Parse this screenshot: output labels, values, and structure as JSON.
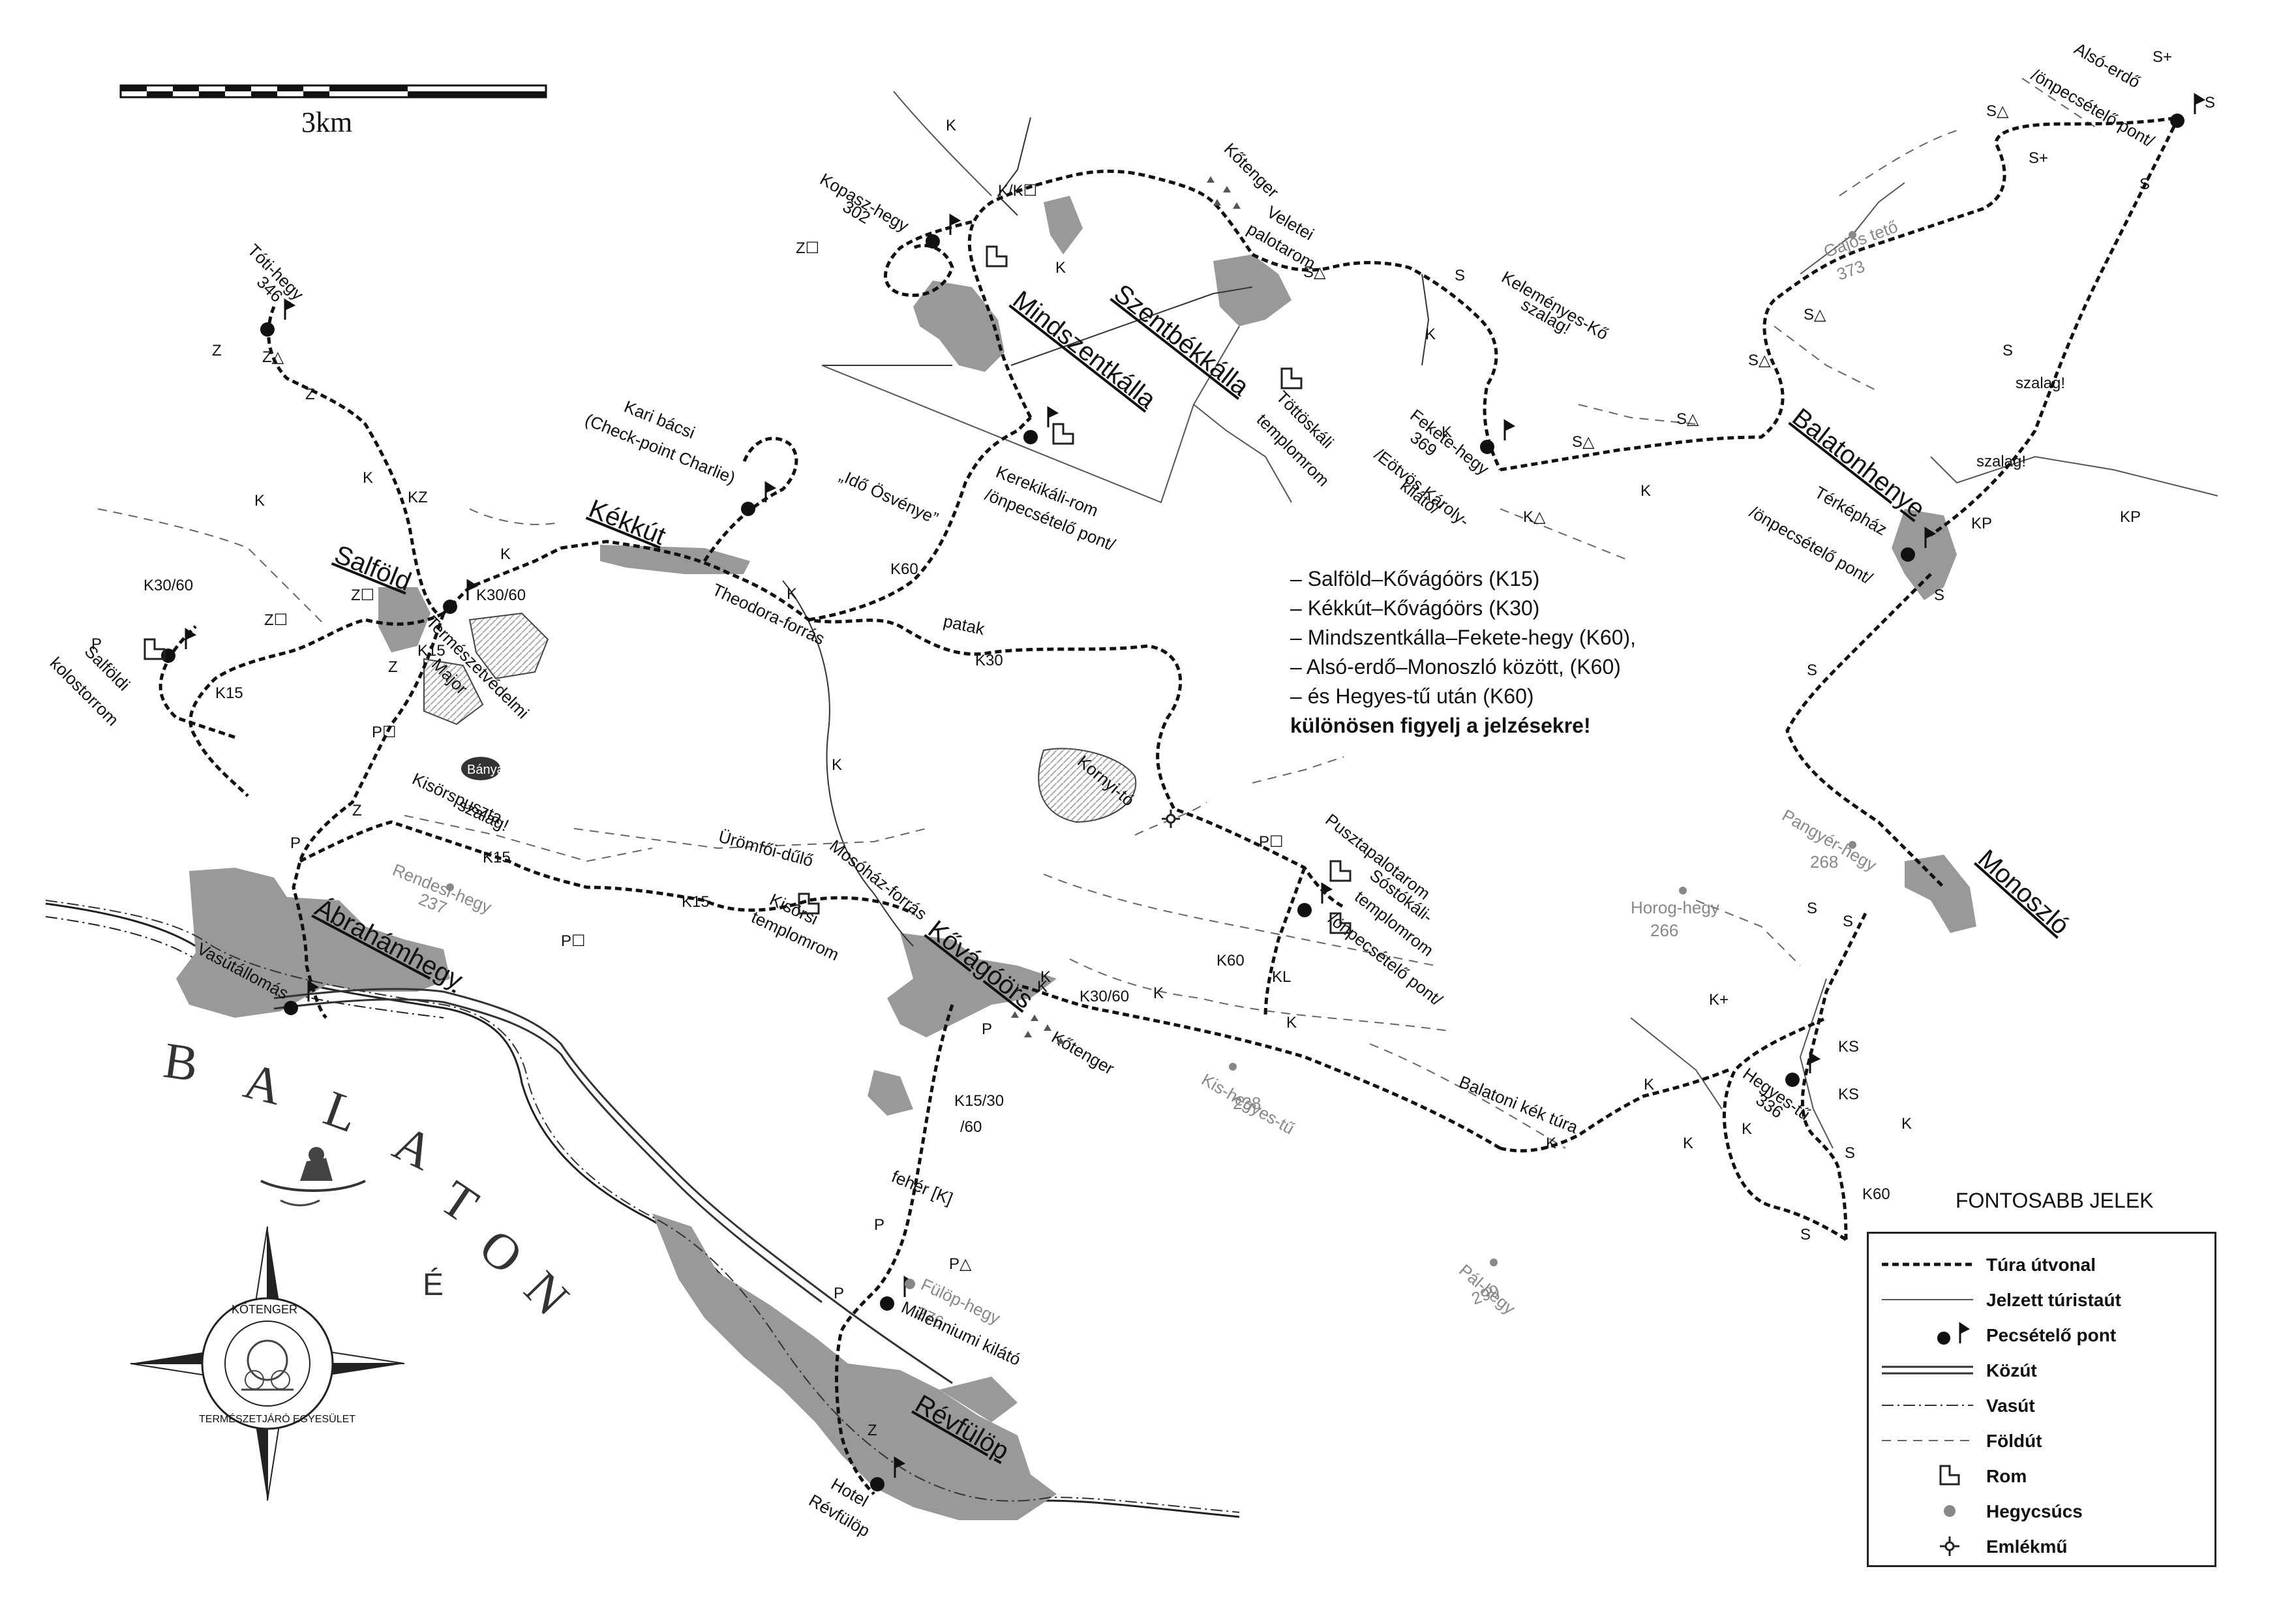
{
  "scale": {
    "label": "3km"
  },
  "notes": {
    "lines": [
      "– Salföld–Kővágóörs (K15)",
      "– Kékkút–Kővágóörs (K30)",
      "– Mindszentkálla–Fekete-hegy (K60),",
      "– Alsó-erdő–Monoszló között, (K60)",
      "– és Hegyes-tű után (K60)"
    ],
    "emphasis": "különösen figyelj a jelzésekre!"
  },
  "legend": {
    "title": "FONTOSABB JELEK",
    "items": [
      {
        "symbol": "dashed-bold",
        "label": "Túra útvonal"
      },
      {
        "symbol": "thin-line",
        "label": "Jelzett túristaút"
      },
      {
        "symbol": "stamp-point",
        "label": "Pecsételő pont"
      },
      {
        "symbol": "double-line",
        "label": "Közút"
      },
      {
        "symbol": "dash-dot",
        "label": "Vasút"
      },
      {
        "symbol": "dashed-thin",
        "label": "Földút"
      },
      {
        "symbol": "ruin-icon",
        "label": "Rom"
      },
      {
        "symbol": "peak-dot",
        "label": "Hegycsúcs"
      },
      {
        "symbol": "monument-icon",
        "label": "Emlékmű"
      }
    ]
  },
  "villages": {
    "salfold": "Salföld",
    "kekkut": "Kékkút",
    "mindszentkalla": "Mindszentkálla",
    "szentbekkalla": "Szentbékkálla",
    "balatonhenye": "Balatonhenye",
    "monoszlo": "Monoszló",
    "kovagoors": "Kővágóörs",
    "abrahamhegy": "Ábrahámhegy",
    "revfulop": "Révfülöp"
  },
  "lake": {
    "name": "BALATON",
    "letters": [
      "B",
      "A",
      "L",
      "A",
      "T",
      "O",
      "N"
    ]
  },
  "places": {
    "toti_hegy": "Tóti-hegy",
    "toti_h": "346",
    "kopasz_hegy": "Kopasz-hegy",
    "kopasz_h": "302",
    "kotenger_n": "Kőtenger",
    "veletei1": "Veletei",
    "veletei2": "palotarom",
    "keremenyes1": "Keleményes-Kő",
    "keremenyes2": "szalag!",
    "gajos": "Gajos tető",
    "gajos_h": "373",
    "also_erdo1": "Alsó-erdő",
    "also_erdo2": "/önpecsételő pont/",
    "kari1": "Kari bácsi",
    "kari2": "(Check-point Charlie)",
    "kerekikali1": "Kerekikáli-rom",
    "kerekikali2": "/önpecsételő pont/",
    "ido": "„Idő Ösvénye”",
    "tottoskali1": "Töttöskáli",
    "tottoskali2": "templomrom",
    "fekete1": "Fekete-hegy",
    "fekete2": "369",
    "fekete3": "/Eötvös Károly-",
    "fekete4": "kilátó/",
    "terkephaz1": "Térképház",
    "terkephaz2": "/önpecsételő pont/",
    "theodora": "Theodora-forrás",
    "patak": "patak",
    "termeszet1": "Természetvédelmi",
    "termeszet2": "Major",
    "salfold_kol1": "Salföldi",
    "salfold_kol2": "kolostorrom",
    "kornyi": "Kornyi-tó",
    "banya": "Bánya",
    "kisorpuszta": "Kisörspuszta",
    "szalag": "szalag!",
    "rendesi": "Rendesi-hegy",
    "rendesi_h": "237",
    "uromfoi": "Ürömfői-dűlő",
    "mosohaz": "Mosóház-forrás",
    "kisorsi1": "Kisörsi",
    "kisorsi2": "templomrom",
    "pusztapalota": "Pusztapalotarom",
    "sostokali1": "Sóstókáli-",
    "sostokali2": "templomrom",
    "sostokali3": "/önpecsételő pont/",
    "pangyer": "Pangyér-hegy",
    "pangyer_h": "268",
    "horog": "Horog-hegy",
    "horog_h": "266",
    "kotenger_s": "Kőtenger",
    "kis_hegyes": "Kis-hegyes-tű",
    "kis_hegyes_h": "238",
    "hegyestu": "Hegyes-tű",
    "hegyestu_h": "336",
    "balatoni_kek": "Balatoni kék túra",
    "feher_k": "fehér [K]",
    "fulop": "Fülöp-hegy",
    "fulop_h": "276",
    "millennium": "Millenniumi kilátó",
    "pal": "Pál-hegy",
    "pal_h": "299",
    "vasutallomas": "Vasútállomás",
    "hotel1": "Hotel",
    "hotel2": "Révfülöp",
    "seal1": "KŐTENGER",
    "seal2": "TERMÉSZETJÁRÓ EGYESÜLET",
    "north": "É"
  },
  "marks": {
    "m1": "K",
    "m2": "K/K☐",
    "m3": "K",
    "m4": "Z☐",
    "m5": "Z",
    "m6": "Z△",
    "m7": "Z",
    "m8": "K",
    "m9": "KZ",
    "m10": "K",
    "m11": "K30/60",
    "m12": "K",
    "m13": "K30/60",
    "m14": "P",
    "m15": "Z☐",
    "m16": "Z☐",
    "m17": "K15",
    "m18": "K15",
    "m19": "Z",
    "m20": "P☐",
    "m21": "Z",
    "m22": "P",
    "m23": "K15",
    "m24": "P☐",
    "m25": "K15",
    "m26": "K",
    "m27": "K60",
    "m28": "K30",
    "m29": "K",
    "m30": "P☐",
    "m31": "K60",
    "m32": "KL",
    "m33": "K30/60",
    "m34": "K",
    "m35": "K",
    "m36": "K",
    "m37": "P",
    "m38": "K15/30",
    "m39": "/60",
    "m40": "P",
    "m41": "P△",
    "m42": "P",
    "m43": "Z",
    "m44": "S",
    "m45": "S△",
    "m46": "K",
    "m47": "K",
    "m48": "S△",
    "m49": "K",
    "m50": "K△",
    "m51": "S△",
    "m52": "S△",
    "m53": "S△",
    "m54": "S",
    "m55": "S",
    "m56": "szalag!",
    "m57": "szalag!",
    "m58": "KP",
    "m59": "KP",
    "m60": "S",
    "m61": "S+",
    "m62": "S+",
    "m63": "S",
    "m64": "S△",
    "m65": "S",
    "m66": "S",
    "m67": "K+",
    "m68": "KS",
    "m69": "KS",
    "m70": "S",
    "m71": "K",
    "m72": "K60",
    "m73": "S",
    "m74": "K",
    "m75": "K",
    "m76": "K",
    "m77": "S",
    "m78": "K",
    "m79": "K"
  }
}
